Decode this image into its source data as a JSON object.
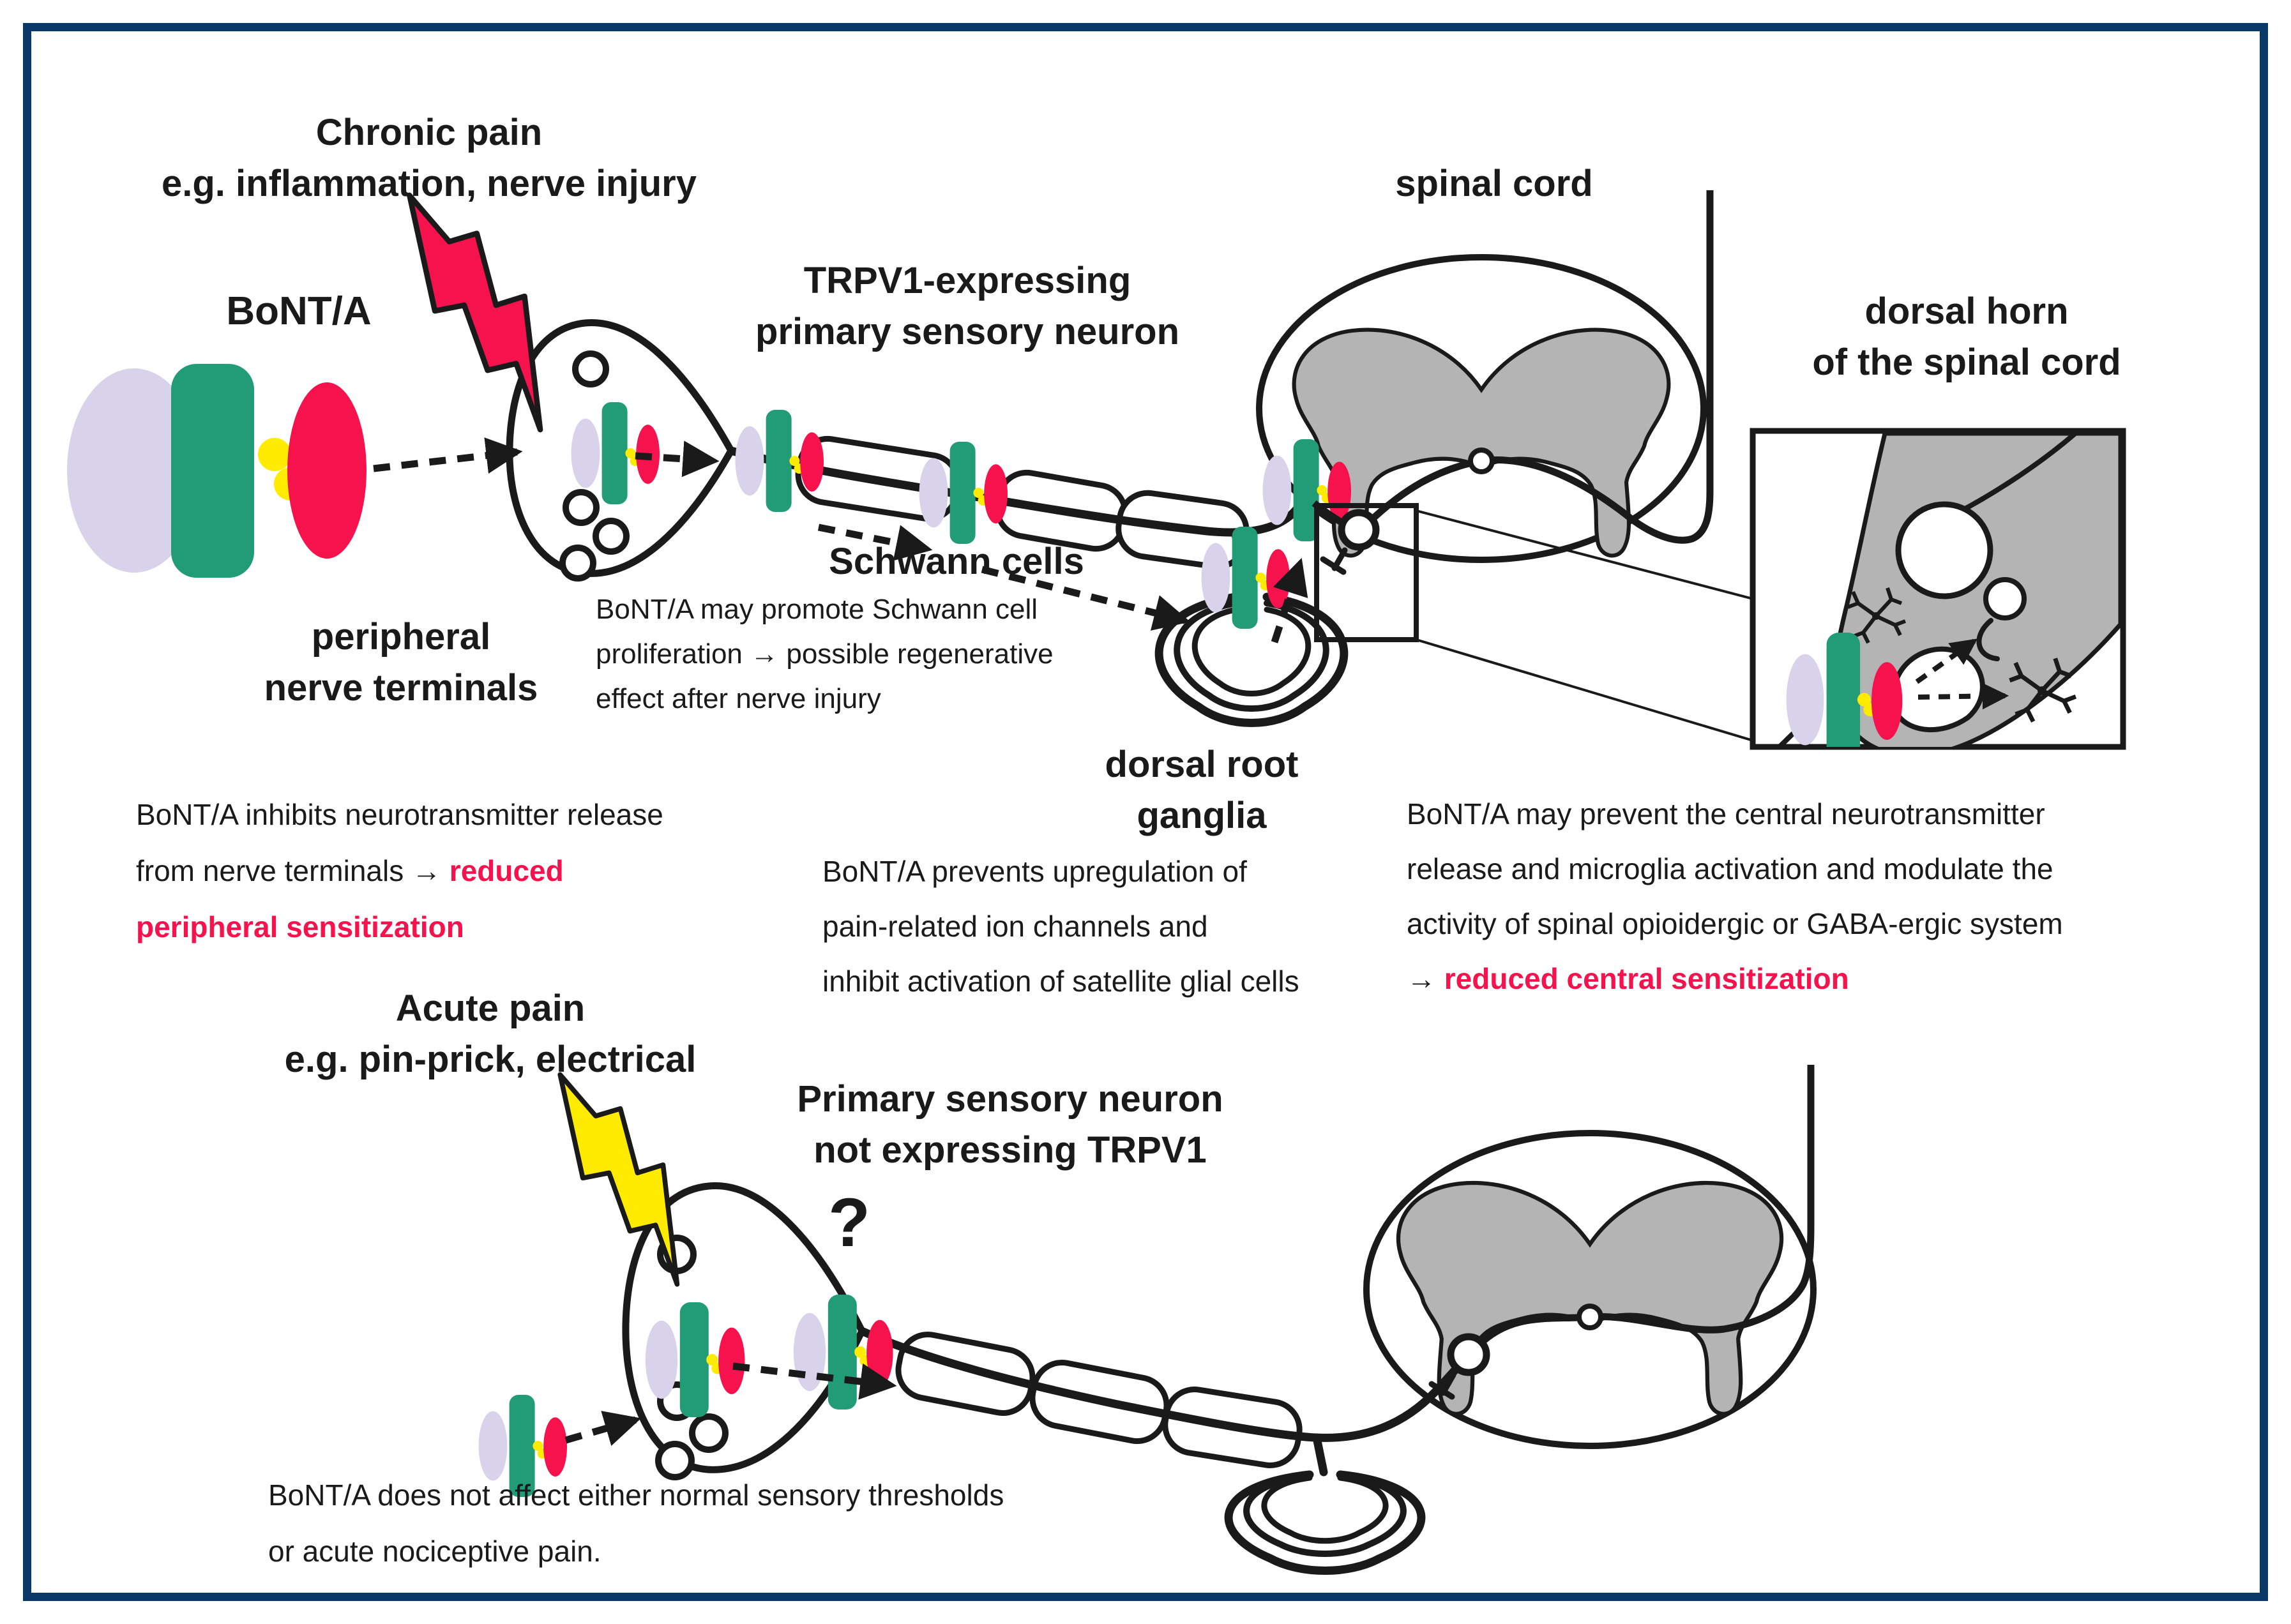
{
  "figure": {
    "type": "scientific-diagram",
    "subject": "BoNT/A mechanisms on pain pathways"
  },
  "colors": {
    "border_navy": "#093969",
    "crimson_red": "#F5124D",
    "green": "#219C77",
    "lavender": "#D8D3EA",
    "yellow": "#FFEB00",
    "gray_matter": "#B4B4B4",
    "highlight_text_pink": "#F5124D",
    "line_black": "#1a1a1a"
  },
  "top": {
    "chronic_title": {
      "l1": "Chronic pain",
      "l2": "e.g. inflammation, nerve injury"
    },
    "bonta_label": "BoNT/A",
    "trpv1_title": {
      "l1": "TRPV1-expressing",
      "l2": "primary sensory neuron"
    },
    "spinal_cord_label": "spinal cord",
    "dorsal_horn_title": {
      "l1": "dorsal horn",
      "l2": "of the spinal cord"
    },
    "peripheral_title": {
      "l1": "peripheral",
      "l2": "nerve terminals"
    },
    "schwann_label": "Schwann cells",
    "schwann_note": {
      "l1": "BoNT/A may promote Schwann cell",
      "l2": "proliferation → possible regenerative",
      "l3": "effect after nerve injury"
    },
    "peripheral_note": {
      "l1": "BoNT/A inhibits neurotransmitter release",
      "l2_black": "from nerve terminals → ",
      "l2_pink": "reduced",
      "l3_pink": "peripheral sensitization"
    },
    "drg_title": {
      "l1": "dorsal root",
      "l2": "ganglia"
    },
    "drg_note": {
      "l1": "BoNT/A prevents upregulation of",
      "l2": "pain-related ion channels and",
      "l3": "inhibit activation of satellite glial cells"
    },
    "central_note": {
      "l1": "BoNT/A may prevent the central neurotransmitter",
      "l2": "release and microglia activation and modulate the",
      "l3": "activity of spinal opioidergic or GABA-ergic system",
      "l4_black": "→ ",
      "l4_pink": "reduced central sensitization"
    }
  },
  "bottom": {
    "acute_title": {
      "l1": "Acute pain",
      "l2": "e.g. pin-prick, electrical"
    },
    "primary_title": {
      "l1": "Primary sensory neuron",
      "l2": "not expressing TRPV1"
    },
    "question_mark": "?",
    "note": {
      "l1": "BoNT/A does not affect  either normal sensory thresholds",
      "l2": "or acute nociceptive pain."
    }
  }
}
